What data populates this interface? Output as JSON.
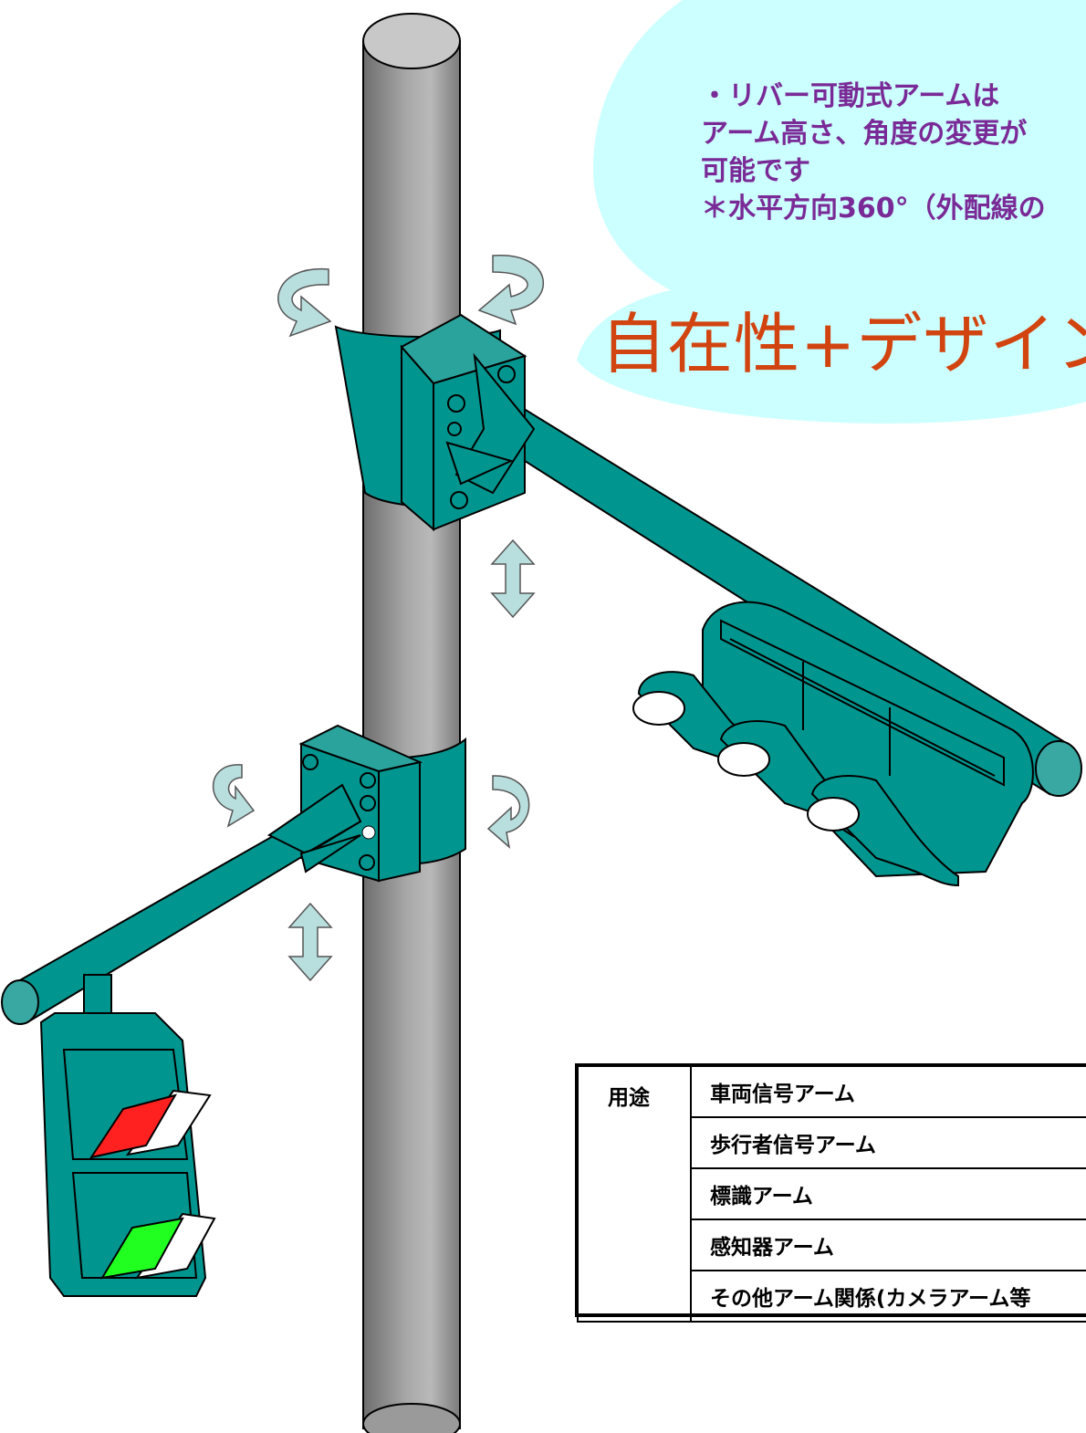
{
  "callout": {
    "line1": "・リバー可動式アームは",
    "line2": "アーム高さ、角度の変更が",
    "line3": "可能です",
    "line4": "＊水平方向360°（外配線の"
  },
  "headline": "自在性+デザイン",
  "usage_table": {
    "header": "用途",
    "rows": [
      "車両信号アーム",
      "歩行者信号アーム",
      "標識アーム",
      "感知器アーム",
      "その他アーム関係(カメラアーム等"
    ]
  },
  "colors": {
    "arm_teal": "#00968f",
    "pole_gray": "#a9a9a9",
    "bubble": "#ccffff",
    "callout_text": "#7a2a96",
    "headline_text": "#d2440f",
    "signal_red": "#ff2020",
    "signal_green": "#20ff20",
    "arrow_fill": "#b9dede"
  },
  "icons": [
    "rotate-arrow-icon",
    "vertical-double-arrow-icon"
  ]
}
